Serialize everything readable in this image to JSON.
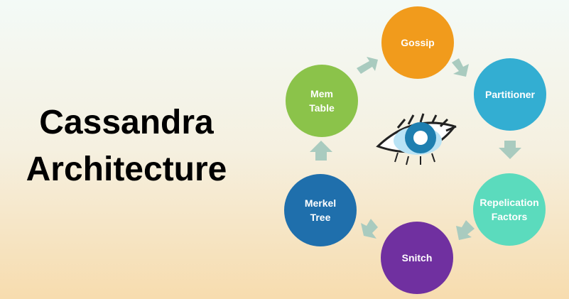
{
  "title": {
    "line1": "Cassandra",
    "line2": "Architecture"
  },
  "nodes": [
    {
      "label1": "Gossip",
      "label2": "",
      "color": "#f19b1c"
    },
    {
      "label1": "Partitioner",
      "label2": "",
      "color": "#33aed2"
    },
    {
      "label1": "Repelication",
      "label2": "Factors",
      "color": "#5bdbbd"
    },
    {
      "label1": "Snitch",
      "label2": "",
      "color": "#7030a0"
    },
    {
      "label1": "Merkel",
      "label2": "Tree",
      "color": "#1f6fac"
    },
    {
      "label1": "Mem",
      "label2": "Table",
      "color": "#8bc34a"
    }
  ],
  "arrow_color": "#a9cbbf"
}
